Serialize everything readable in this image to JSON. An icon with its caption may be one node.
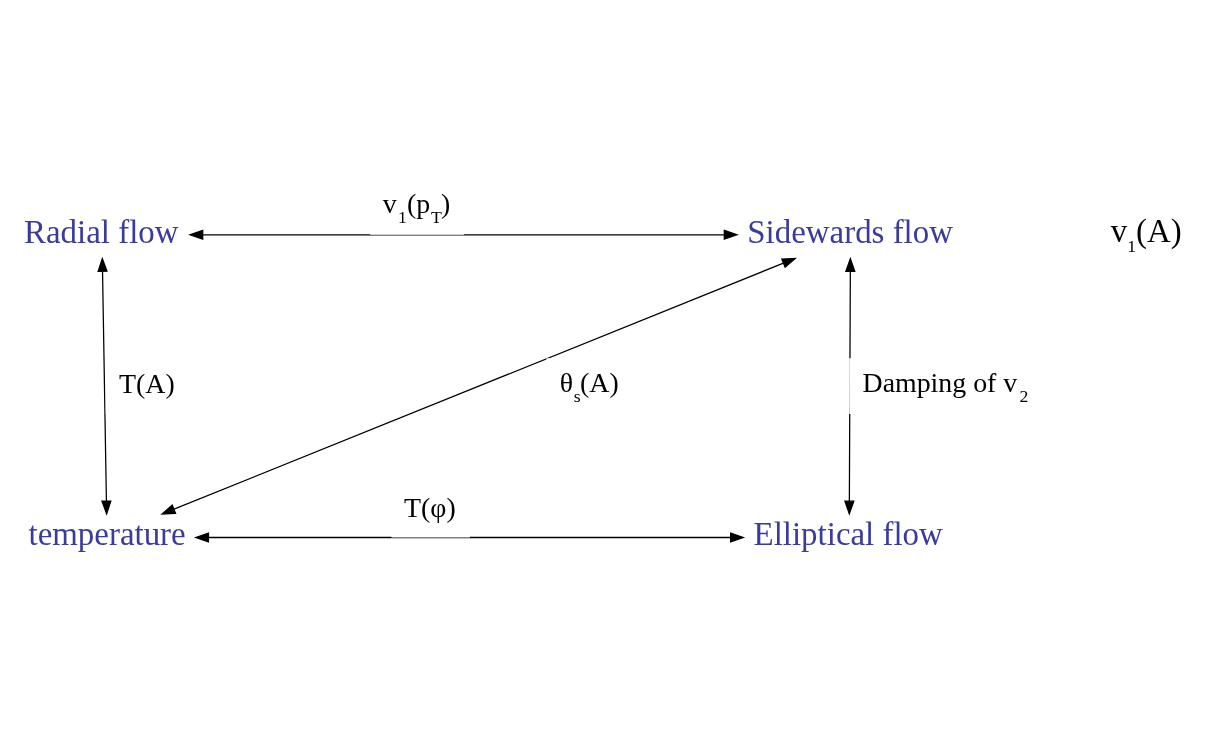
{
  "diagram": {
    "nodes": [
      {
        "text": [
          "Radial flow"
        ]
      },
      {
        "text": [
          "Sidewards flow"
        ]
      },
      {
        "text": [
          "temperature"
        ]
      },
      {
        "text": [
          "Elliptical flow"
        ]
      }
    ],
    "edges": [
      {
        "from": 0,
        "to": 1,
        "arrow": "both",
        "label": "v$_{1}$(p$_{T}$)"
      },
      {
        "from": 0,
        "to": 2,
        "arrow": "both",
        "label": "T(A)"
      },
      {
        "from": 1,
        "to": 2,
        "arrow": "both",
        "label": "θ$_{s}$(A)"
      },
      {
        "from": 1,
        "to": 3,
        "arrow": "both",
        "label": "Damping of v$_{2}$"
      },
      {
        "from": 2,
        "to": 3,
        "arrow": "both",
        "label": "T(φ)"
      }
    ],
    "labels": [
      "v$_{1}$(A)"
    ]
  }
}
